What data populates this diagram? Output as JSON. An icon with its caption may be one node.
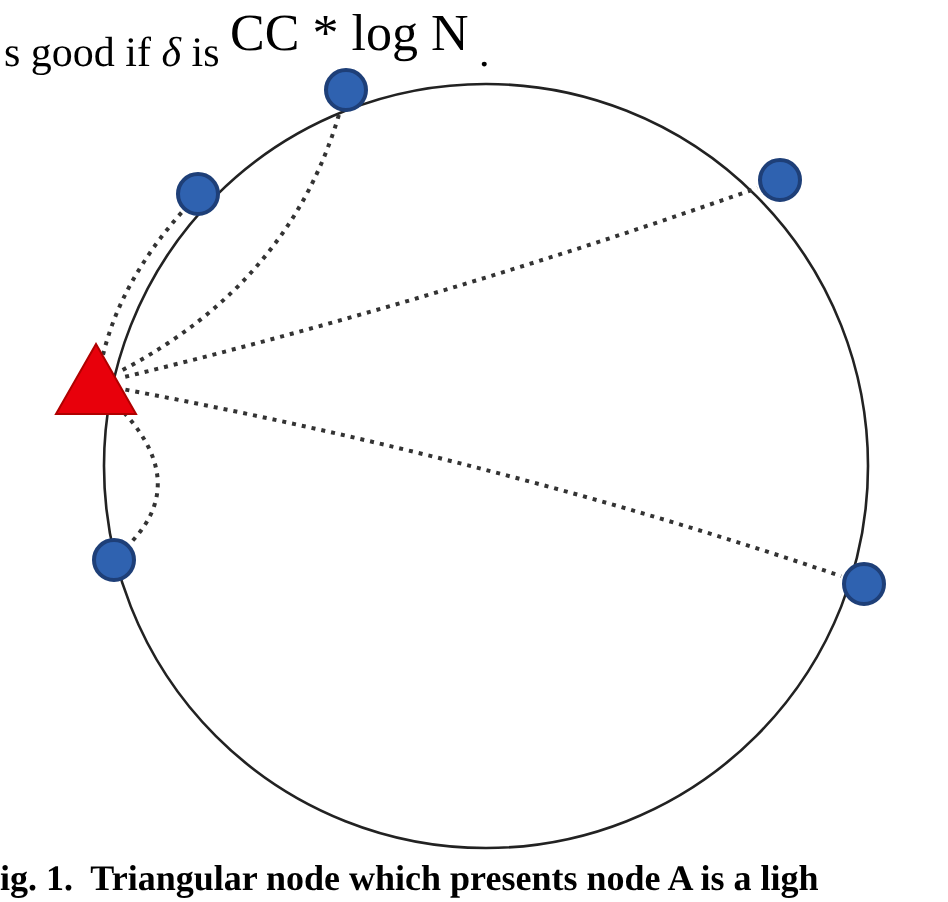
{
  "diagram": {
    "caption": "ig. 1.  Triangular node which presents node A is a ligh",
    "nodes": [
      {
        "text": [],
        "shape": "circle"
      },
      {
        "text": [],
        "shape": "circle"
      },
      {
        "text": [],
        "shape": "circle"
      },
      {
        "text": [],
        "shape": "triangle"
      },
      {
        "text": [],
        "shape": "circle"
      },
      {
        "text": [],
        "shape": "circle"
      }
    ],
    "edges": [
      {
        "from": 3,
        "to": 0,
        "arrow": "none"
      },
      {
        "from": 3,
        "to": 1,
        "arrow": "none"
      },
      {
        "from": 3,
        "to": 2,
        "arrow": "none"
      },
      {
        "from": 3,
        "to": 4,
        "arrow": "none"
      },
      {
        "from": 3,
        "to": 5,
        "arrow": "none"
      }
    ],
    "labels": [
      "s good if *δ* is $^{CC * log N}$ ."
    ]
  }
}
